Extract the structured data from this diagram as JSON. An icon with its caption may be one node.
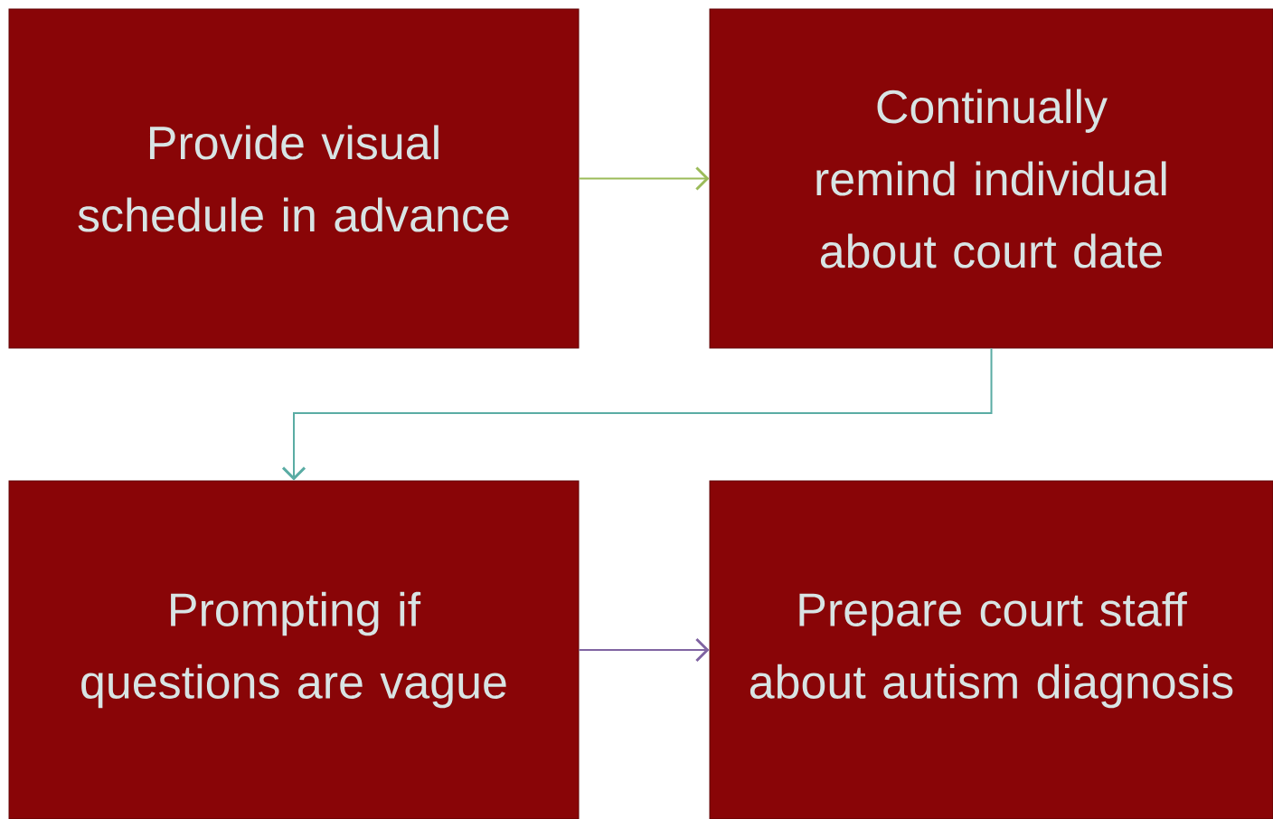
{
  "diagram": {
    "nodes": [
      {
        "text": [
          "Provide visual schedule in advance"
        ]
      },
      {
        "text": [
          "Continually remind individual about court date"
        ]
      },
      {
        "text": [
          "Prompting if questions are vague"
        ]
      },
      {
        "text": [
          "Prepare court staff about autism diagnosis"
        ]
      }
    ],
    "edges": [
      {
        "from": 0,
        "to": 1,
        "arrow": "to",
        "color": "#9bbb59"
      },
      {
        "from": 1,
        "to": 2,
        "arrow": "to",
        "color": "#5aaca4"
      },
      {
        "from": 2,
        "to": 3,
        "arrow": "to",
        "color": "#8064a2"
      }
    ]
  }
}
